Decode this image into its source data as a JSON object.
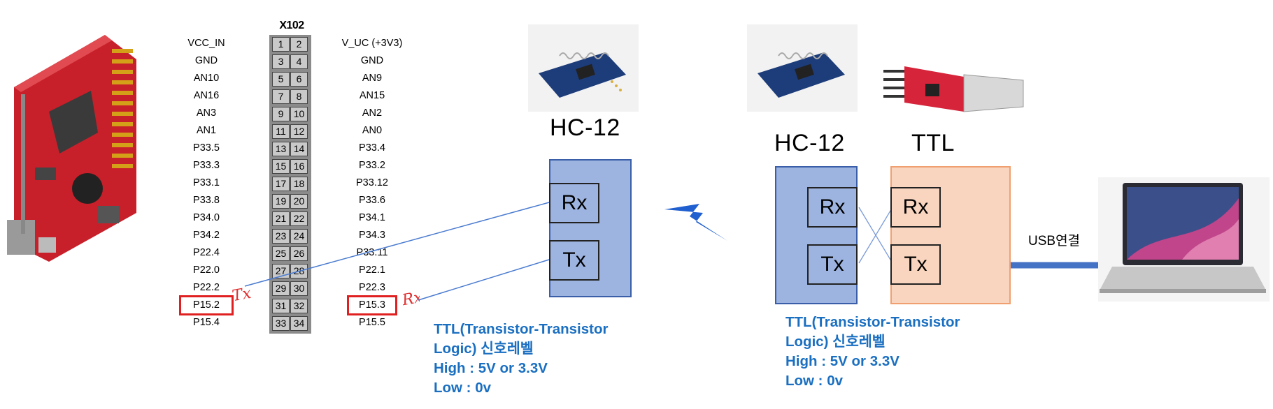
{
  "pin_header": {
    "title": "X102",
    "rows": [
      {
        "left": "VCC_IN",
        "n1": "1",
        "n2": "2",
        "right": "V_UC (+3V3)"
      },
      {
        "left": "GND",
        "n1": "3",
        "n2": "4",
        "right": "GND"
      },
      {
        "left": "AN10",
        "n1": "5",
        "n2": "6",
        "right": "AN9"
      },
      {
        "left": "AN16",
        "n1": "7",
        "n2": "8",
        "right": "AN15"
      },
      {
        "left": "AN3",
        "n1": "9",
        "n2": "10",
        "right": "AN2"
      },
      {
        "left": "AN1",
        "n1": "11",
        "n2": "12",
        "right": "AN0"
      },
      {
        "left": "P33.5",
        "n1": "13",
        "n2": "14",
        "right": "P33.4"
      },
      {
        "left": "P33.3",
        "n1": "15",
        "n2": "16",
        "right": "P33.2"
      },
      {
        "left": "P33.1",
        "n1": "17",
        "n2": "18",
        "right": "P33.12"
      },
      {
        "left": "P33.8",
        "n1": "19",
        "n2": "20",
        "right": "P33.6"
      },
      {
        "left": "P34.0",
        "n1": "21",
        "n2": "22",
        "right": "P34.1"
      },
      {
        "left": "P34.2",
        "n1": "23",
        "n2": "24",
        "right": "P34.3"
      },
      {
        "left": "P22.4",
        "n1": "25",
        "n2": "26",
        "right": "P33.11"
      },
      {
        "left": "P22.0",
        "n1": "27",
        "n2": "28",
        "right": "P22.1"
      },
      {
        "left": "P22.2",
        "n1": "29",
        "n2": "30",
        "right": "P22.3"
      },
      {
        "left": "P15.2",
        "n1": "31",
        "n2": "32",
        "right": "P15.3"
      },
      {
        "left": "P15.4",
        "n1": "33",
        "n2": "34",
        "right": "P15.5"
      }
    ],
    "handwritten_tx": "Tx",
    "handwritten_rx": "Rx"
  },
  "hc12_left": {
    "title": "HC-12",
    "rx": "Rx",
    "tx": "Tx",
    "info": [
      "TTL(Transistor-Transistor",
      "Logic) 신호레벨",
      "High : 5V or 3.3V",
      "Low : 0v"
    ]
  },
  "hc12_right": {
    "title": "HC-12",
    "rx": "Rx",
    "tx": "Tx",
    "info": [
      "TTL(Transistor-Transistor",
      "Logic) 신호레벨",
      "High : 5V or 3.3V",
      "Low : 0v"
    ]
  },
  "ttl": {
    "title": "TTL",
    "rx": "Rx",
    "tx": "Tx"
  },
  "usb_label": "USB연결",
  "colors": {
    "module_fill": "#9db3e0",
    "ttl_fill": "#f9d5bf",
    "info_text": "#1a6fc1",
    "wire": "#4a7bd0",
    "highlight": "#e02020",
    "lightning": "#1f5fd0"
  },
  "icons": [
    "board-image",
    "hc12-module-image",
    "usb-ttl-adapter-image",
    "laptop-image",
    "lightning-icon"
  ]
}
